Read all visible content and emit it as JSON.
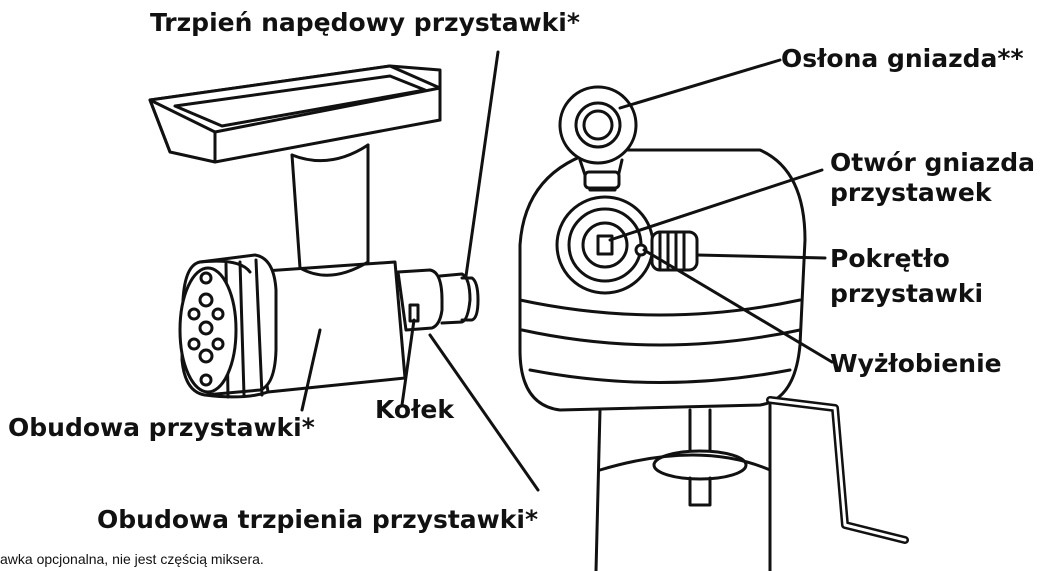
{
  "labels": {
    "drive_shaft": "Trzpień napędowy przystawki*",
    "hub_cover": "Osłona gniazda**",
    "hub_socket_l1": "Otwór gniazda",
    "hub_socket_l2": "przystawek",
    "knob_l1": "Pokrętło",
    "knob_l2": "przystawki",
    "notch": "Wyżłobienie",
    "housing": "Obudowa przystawki*",
    "pin": "Kołek",
    "shaft_housing": "Obudowa trzpienia przystawki*"
  },
  "footnote": "awka opcjonalna, nie jest częścią miksera.",
  "colors": {
    "ink": "#111111",
    "background": "#ffffff"
  }
}
